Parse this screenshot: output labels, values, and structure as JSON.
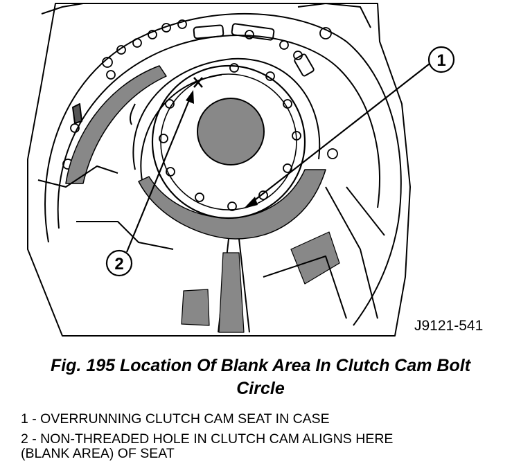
{
  "figure": {
    "code": "J9121-541",
    "callouts": [
      {
        "number": "1"
      },
      {
        "number": "2"
      }
    ],
    "icons": [
      "bolt-hole",
      "clutch-cam",
      "case-housing",
      "leader-arrow"
    ]
  },
  "caption": {
    "line1": "Fig. 195 Location Of Blank Area In Clutch Cam Bolt",
    "line2": "Circle"
  },
  "legend": [
    {
      "line1": "1 - OVERRUNNING CLUTCH CAM SEAT IN CASE",
      "line2": ""
    },
    {
      "line1": "2 - NON-THREADED HOLE IN CLUTCH CAM ALIGNS HERE",
      "line2": "(BLANK AREA) OF SEAT"
    }
  ]
}
